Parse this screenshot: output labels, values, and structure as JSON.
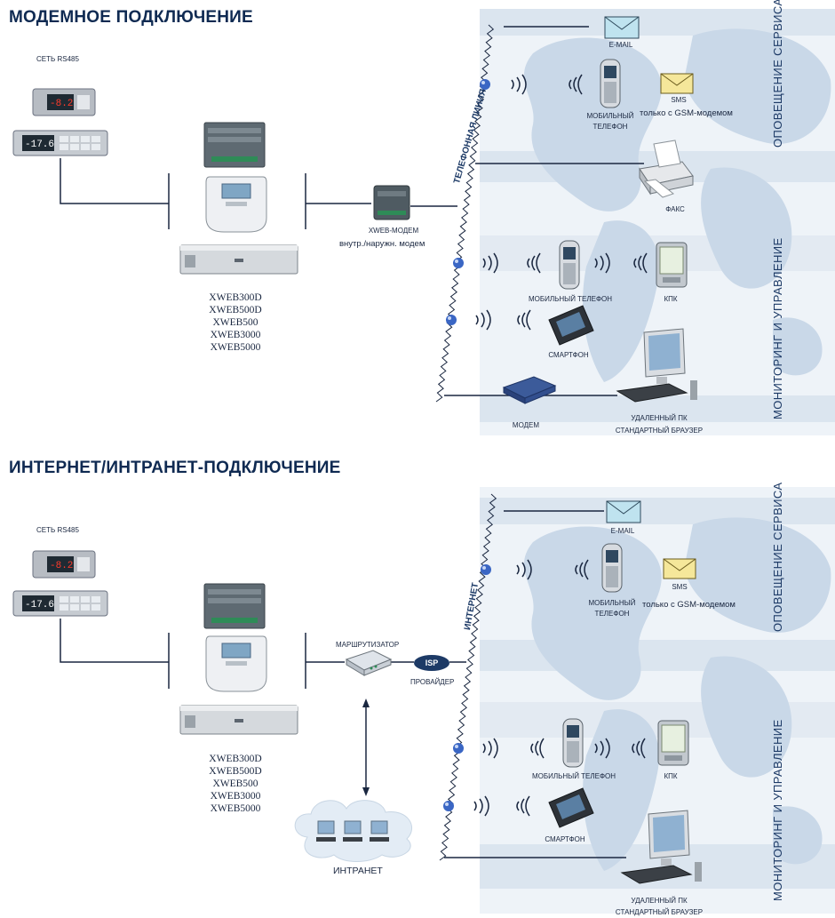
{
  "sections": [
    {
      "title": "МОДЕМНОЕ ПОДКЛЮЧЕНИЕ",
      "rs485": "СЕТЬ RS485",
      "models": [
        "XWEB300D",
        "XWEB500D",
        "XWEB500",
        "XWEB3000",
        "XWEB5000"
      ],
      "modem_label": "XWEB-МОДЕМ",
      "modem_sub": "внутр./наружн. модем",
      "line_label": "ТЕЛЕФОННАЯ ЛИНИЯ",
      "email": "E-MAIL",
      "sms": "SMS",
      "gsm_note": "только с GSM-модемом",
      "mobile_top": "МОБИЛЬНЫЙ",
      "mobile_bottom": "ТЕЛЕФОН",
      "fax": "ФАКС",
      "mobile_phone": "МОБИЛЬНЫЙ ТЕЛЕФОН",
      "pda": "КПК",
      "smartphone": "СМАРТФОН",
      "modem": "МОДЕМ",
      "remote_pc": "УДАЛЕННЫЙ ПК",
      "browser": "СТАНДАРТНЫЙ БРАУЗЕР",
      "service_alert": "ОПОВЕЩЕНИЕ СЕРВИСА",
      "monitoring": "МОНИТОРИНГ И УПРАВЛЕНИЕ"
    },
    {
      "title": "ИНТЕРНЕТ/ИНТРАНЕТ-ПОДКЛЮЧЕНИЕ",
      "rs485": "СЕТЬ RS485",
      "models": [
        "XWEB300D",
        "XWEB500D",
        "XWEB500",
        "XWEB3000",
        "XWEB5000"
      ],
      "router": "МАРШРУТИЗАТОР",
      "isp": "ISP",
      "provider": "ПРОВАЙДЕР",
      "line_label": "ИНТЕРНЕТ",
      "intranet": "ИНТРАНЕТ",
      "email": "E-MAIL",
      "sms": "SMS",
      "gsm_note": "только с GSM-модемом",
      "mobile_top": "МОБИЛЬНЫЙ",
      "mobile_bottom": "ТЕЛЕФОН",
      "mobile_phone": "МОБИЛЬНЫЙ ТЕЛЕФОН",
      "pda": "КПК",
      "smartphone": "СМАРТФОН",
      "remote_pc": "УДАЛЕННЫЙ ПК",
      "browser": "СТАНДАРТНЫЙ БРАУЗЕР",
      "service_alert": "ОПОВЕЩЕНИЕ СЕРВИСА",
      "monitoring": "МОНИТОРИНГ И УПРАВЛЕНИЕ"
    }
  ],
  "colors": {
    "title": "#0f2a52",
    "line": "#1a2740",
    "map": "#c9d8e8",
    "node": "#3a66c4",
    "envelope": "#bfe3ef",
    "sms_envelope": "#f5e79a",
    "isp": "#1d3a66"
  }
}
